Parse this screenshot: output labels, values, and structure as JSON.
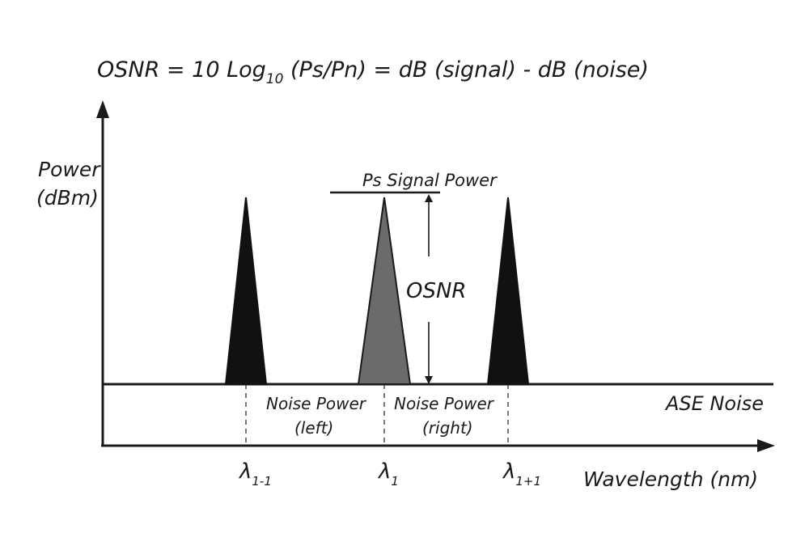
{
  "formula": {
    "prefix": "OSNR = 10 Log",
    "subscript": "10",
    "suffix": " (Ps/Pn) = dB (signal) - dB (noise)"
  },
  "y_axis": {
    "line1": "Power",
    "line2": "(dBm)"
  },
  "x_axis": {
    "label": "Wavelength (nm)"
  },
  "signal_power_label": "Ps Signal Power",
  "osnr_label": "OSNR",
  "noise_floor_label": "ASE Noise",
  "noise_left": {
    "line1": "Noise Power",
    "line2": "(left)"
  },
  "noise_right": {
    "line1": "Noise Power",
    "line2": "(right)"
  },
  "wavelengths": [
    {
      "symbol": "λ",
      "subscript": "1-1"
    },
    {
      "symbol": "λ",
      "subscript": "1"
    },
    {
      "symbol": "λ",
      "subscript": "1+1"
    }
  ],
  "colors": {
    "neighbor_channel": "#111111",
    "measured_channel": "#6b6b6b",
    "lines": "#1a1a1a"
  }
}
